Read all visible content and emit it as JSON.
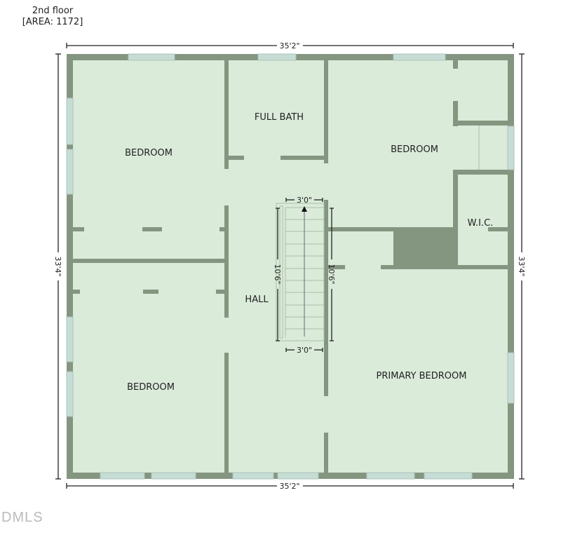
{
  "header": {
    "floor": "2nd floor",
    "area": "[AREA: 1172]"
  },
  "dimensions": {
    "top": "35'2\"",
    "bottom": "35'2\"",
    "left": "33'4\"",
    "right": "33'4\""
  },
  "stairs": {
    "width_top": "3'0\"",
    "width_bottom": "3'0\"",
    "length_left": "10'6\"",
    "length_right": "10'6\""
  },
  "rooms": {
    "bedroom_nw": "BEDROOM",
    "full_bath": "FULL BATH",
    "bedroom_ne": "BEDROOM",
    "wic": "W.I.C.",
    "hall": "HALL",
    "bedroom_sw": "BEDROOM",
    "primary_bedroom": "PRIMARY BEDROOM"
  },
  "colors": {
    "wall": "#84967f",
    "floor": "#daebd9",
    "window": "#c6ddd6",
    "dim_line": "#222222"
  },
  "watermark": "DMLS"
}
